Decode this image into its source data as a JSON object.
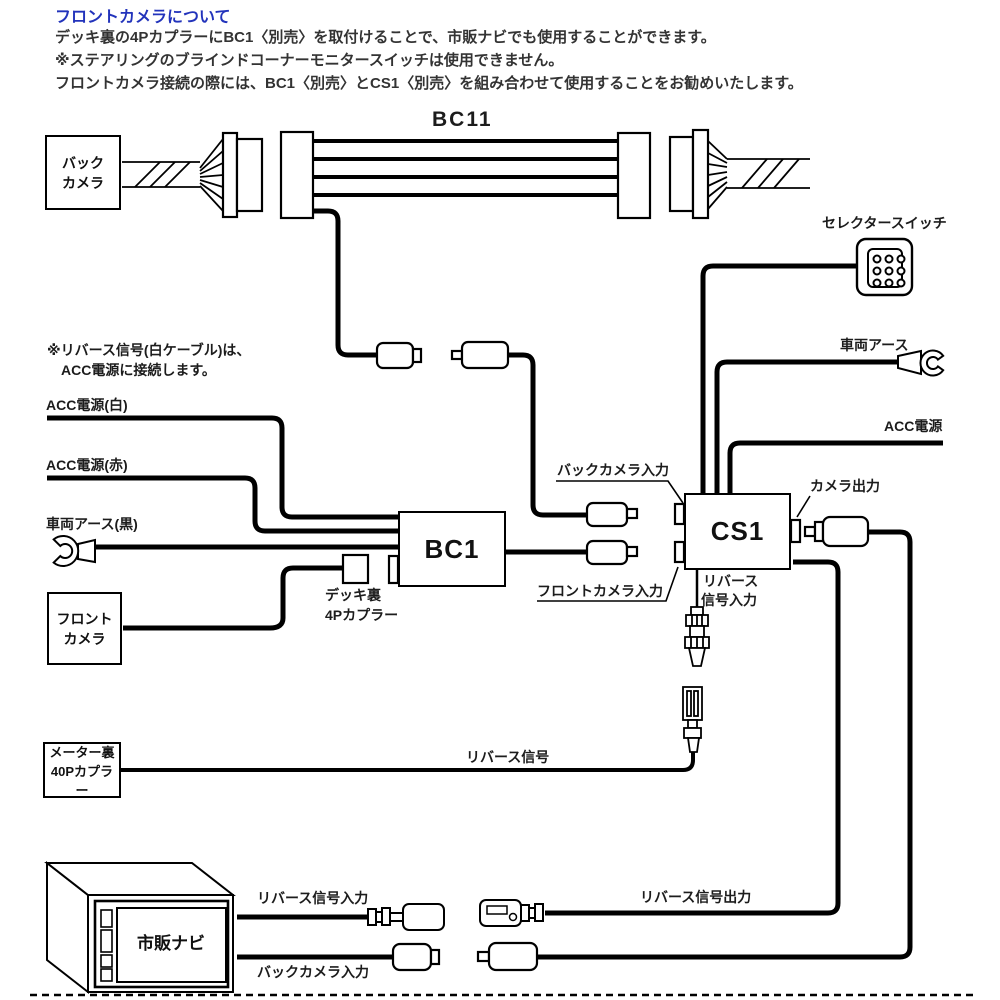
{
  "header": {
    "title": "フロントカメラについて",
    "lines": {
      "l1": "デッキ裏の4PカプラーにBC1〈別売〉を取付けることで、市販ナビでも使用することができます。",
      "l2": "※ステアリングのブラインドコーナーモニタースイッチは使用できません。",
      "l3": "フロントカメラ接続の際には、BC1〈別売〉とCS1〈別売〉を組み合わせて使用することをお勧めいたします。"
    }
  },
  "colors": {
    "heading": "#2233bb",
    "body_text": "#333333",
    "diagram_line": "#000000"
  },
  "diagram": {
    "bc11_label": "BC11",
    "boxes": {
      "back_camera_l1": "バック",
      "back_camera_l2": "カメラ",
      "front_camera_l1": "フロント",
      "front_camera_l2": "カメラ",
      "meter_l1": "メーター裏",
      "meter_l2": "40Pカプラー",
      "bc1": "BC1",
      "cs1": "CS1",
      "nav": "市販ナビ"
    },
    "labels": {
      "selector_switch": "セレクタースイッチ",
      "vehicle_ground": "車両アース",
      "acc_power": "ACC電源",
      "note_l1": "※リバース信号(白ケーブル)は、",
      "note_l2": "ACC電源に接続します。",
      "acc_white": "ACC電源(白)",
      "acc_red": "ACC電源(赤)",
      "ground_black": "車両アース(黒)",
      "deck_l1": "デッキ裏",
      "deck_l2": "4Pカプラー",
      "back_camera_input": "バックカメラ入力",
      "front_camera_input": "フロントカメラ入力",
      "camera_output": "カメラ出力",
      "reverse_l1": "リバース",
      "reverse_l2": "信号入力",
      "reverse_signal": "リバース信号",
      "nav_reverse_input": "リバース信号入力",
      "reverse_output": "リバース信号出力",
      "nav_back_camera_input": "バックカメラ入力"
    }
  }
}
